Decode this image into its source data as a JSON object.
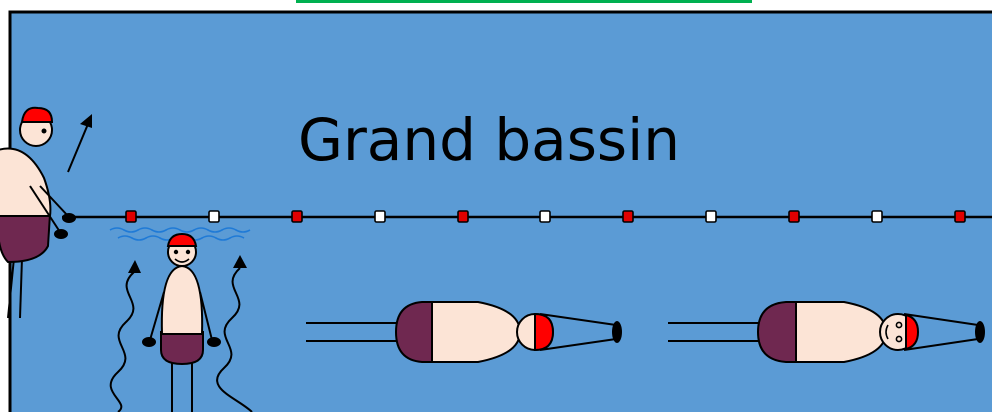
{
  "title": "Grand bassin",
  "colors": {
    "pool": "#5b9bd5",
    "pool_border": "#000000",
    "accent_bar": "#00b050",
    "skin": "#fce4d6",
    "swimsuit": "#6f2850",
    "cap": "#ff0000",
    "float_red": "#e00000",
    "float_white": "#ffffff",
    "wave": "#1f7ad6",
    "outline": "#000000"
  },
  "icons": {
    "arrow": "arrow-icon",
    "float": "lane-float-icon",
    "wave": "wave-icon"
  },
  "figures": [
    "lifeguard-figure",
    "treading-swimmer-figure",
    "swimmer-back-figure",
    "swimmer-face-figure"
  ]
}
